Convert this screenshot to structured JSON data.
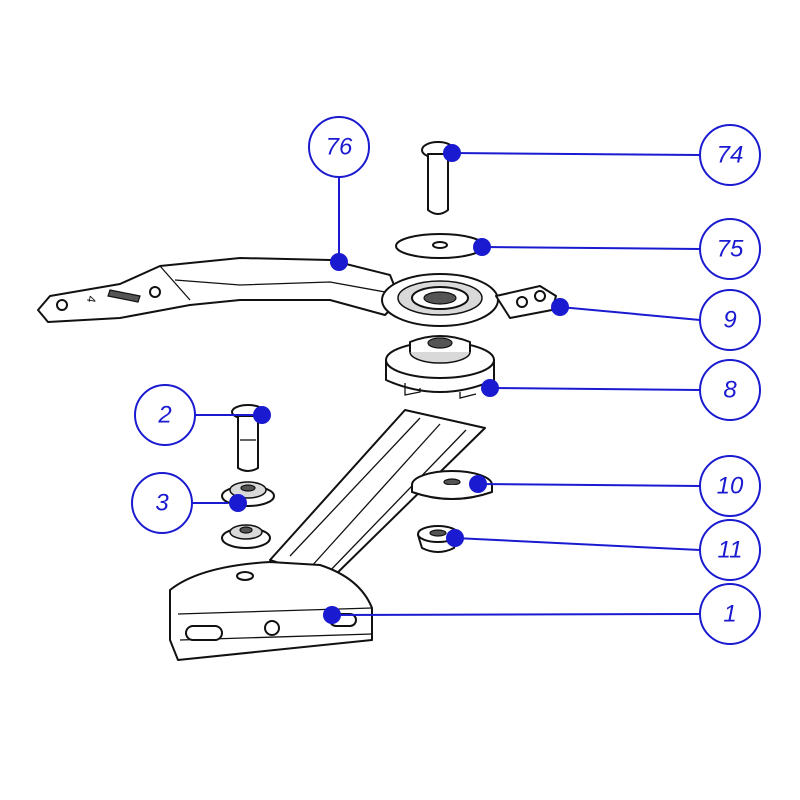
{
  "diagram": {
    "type": "exploded-parts-view",
    "accent_color": "#1a1ad0",
    "callouts": [
      {
        "id": "c76",
        "label": "76"
      },
      {
        "id": "c74",
        "label": "74"
      },
      {
        "id": "c75",
        "label": "75"
      },
      {
        "id": "c9",
        "label": "9"
      },
      {
        "id": "c8",
        "label": "8"
      },
      {
        "id": "c2",
        "label": "2"
      },
      {
        "id": "c3",
        "label": "3"
      },
      {
        "id": "c10",
        "label": "10"
      },
      {
        "id": "c11",
        "label": "11"
      },
      {
        "id": "c1",
        "label": "1"
      }
    ],
    "part_marking": "4"
  }
}
